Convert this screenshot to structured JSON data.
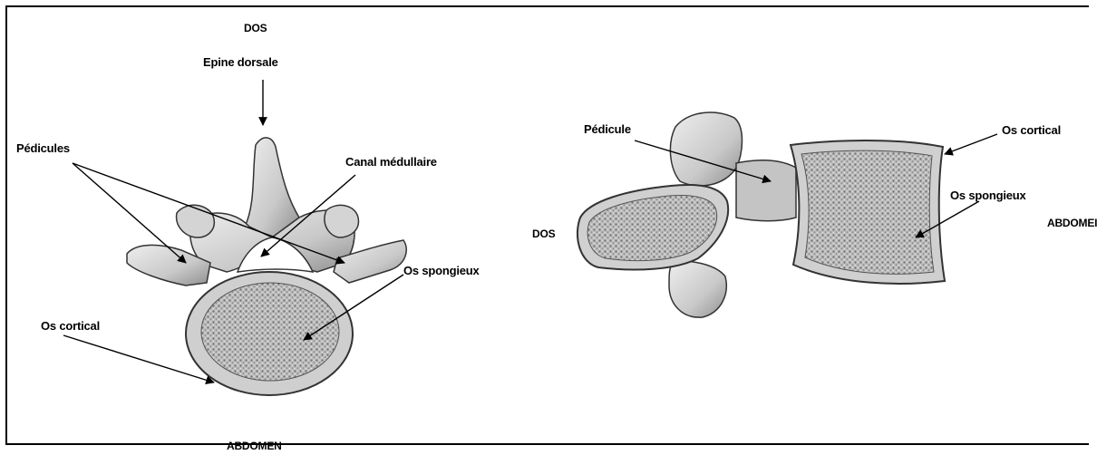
{
  "left_view": {
    "top_label": "DOS",
    "bottom_label": "ABDOMEN",
    "labels": {
      "epine": "Epine dorsale",
      "pedicules": "Pédicules",
      "canal": "Canal médullaire",
      "spongieux": "Os spongieux",
      "cortical": "Os cortical"
    }
  },
  "right_view": {
    "left_label": "DOS",
    "right_label": "ABDOMEI",
    "labels": {
      "pedicule": "Pédicule",
      "cortical": "Os cortical",
      "spongieux": "Os spongieux"
    }
  },
  "colors": {
    "bone_outline": "#333333",
    "bone_fill": "#d8d8d8",
    "bone_shade": "#9a9a9a",
    "cancellous": "#7d7d7d",
    "text": "#000000"
  }
}
